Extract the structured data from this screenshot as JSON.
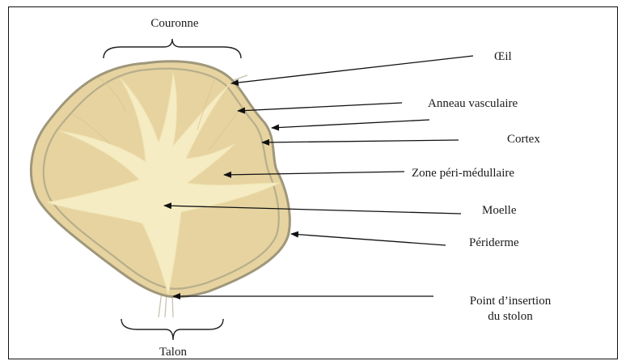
{
  "diagram": {
    "labels": {
      "couronne": "Couronne",
      "talon": "Talon",
      "oeil": "Œil",
      "anneau_vasculaire": "Anneau vasculaire",
      "cortex": "Cortex",
      "zone_peri_medullaire": "Zone péri-médullaire",
      "moelle": "Moelle",
      "periderme": "Périderme",
      "point_insertion_line1": "Point d’insertion",
      "point_insertion_line2": "du stolon"
    },
    "colors": {
      "periderme": "#a09a80",
      "tuber_flesh": "#e8d6a4",
      "pith": "#f6edc6",
      "vascular_ring": "#b8af8c",
      "frame": "#111111"
    }
  }
}
